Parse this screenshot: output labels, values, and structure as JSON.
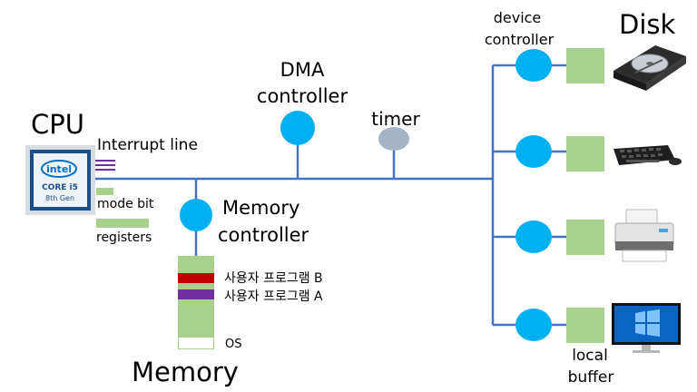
{
  "labels": {
    "cpu": "CPU",
    "interrupt_line": "Interrupt line",
    "mode_bit": "mode bit",
    "registers": "registers",
    "dma_line1": "DMA",
    "dma_line2": "controller",
    "timer": "timer",
    "memory_ctrl_line1": "Memory",
    "memory_ctrl_line2": "controller",
    "user_prog_b": "사용자 프로그램 B",
    "user_prog_a": "사용자 프로그램 A",
    "os": "OS",
    "memory": "Memory",
    "device_ctrl_line1": "device",
    "device_ctrl_line2": "controller",
    "disk": "Disk",
    "local_line1": "local",
    "local_line2": "buffer"
  },
  "cpu_chip": {
    "brand": "intel",
    "model": "CORE i5",
    "generation": "8th Gen"
  },
  "icons": [
    "cpu-chip-icon",
    "hard-disk-icon",
    "keyboard-mouse-icon",
    "printer-icon",
    "monitor-icon"
  ],
  "colors": {
    "bus": "#4472C4",
    "controller": "#00B0F0",
    "timer": "#A6B3C7",
    "buffer": "#A9D18E",
    "program_b": "#C00000",
    "program_a": "#7030A0",
    "interrupt": "#7030A0"
  }
}
